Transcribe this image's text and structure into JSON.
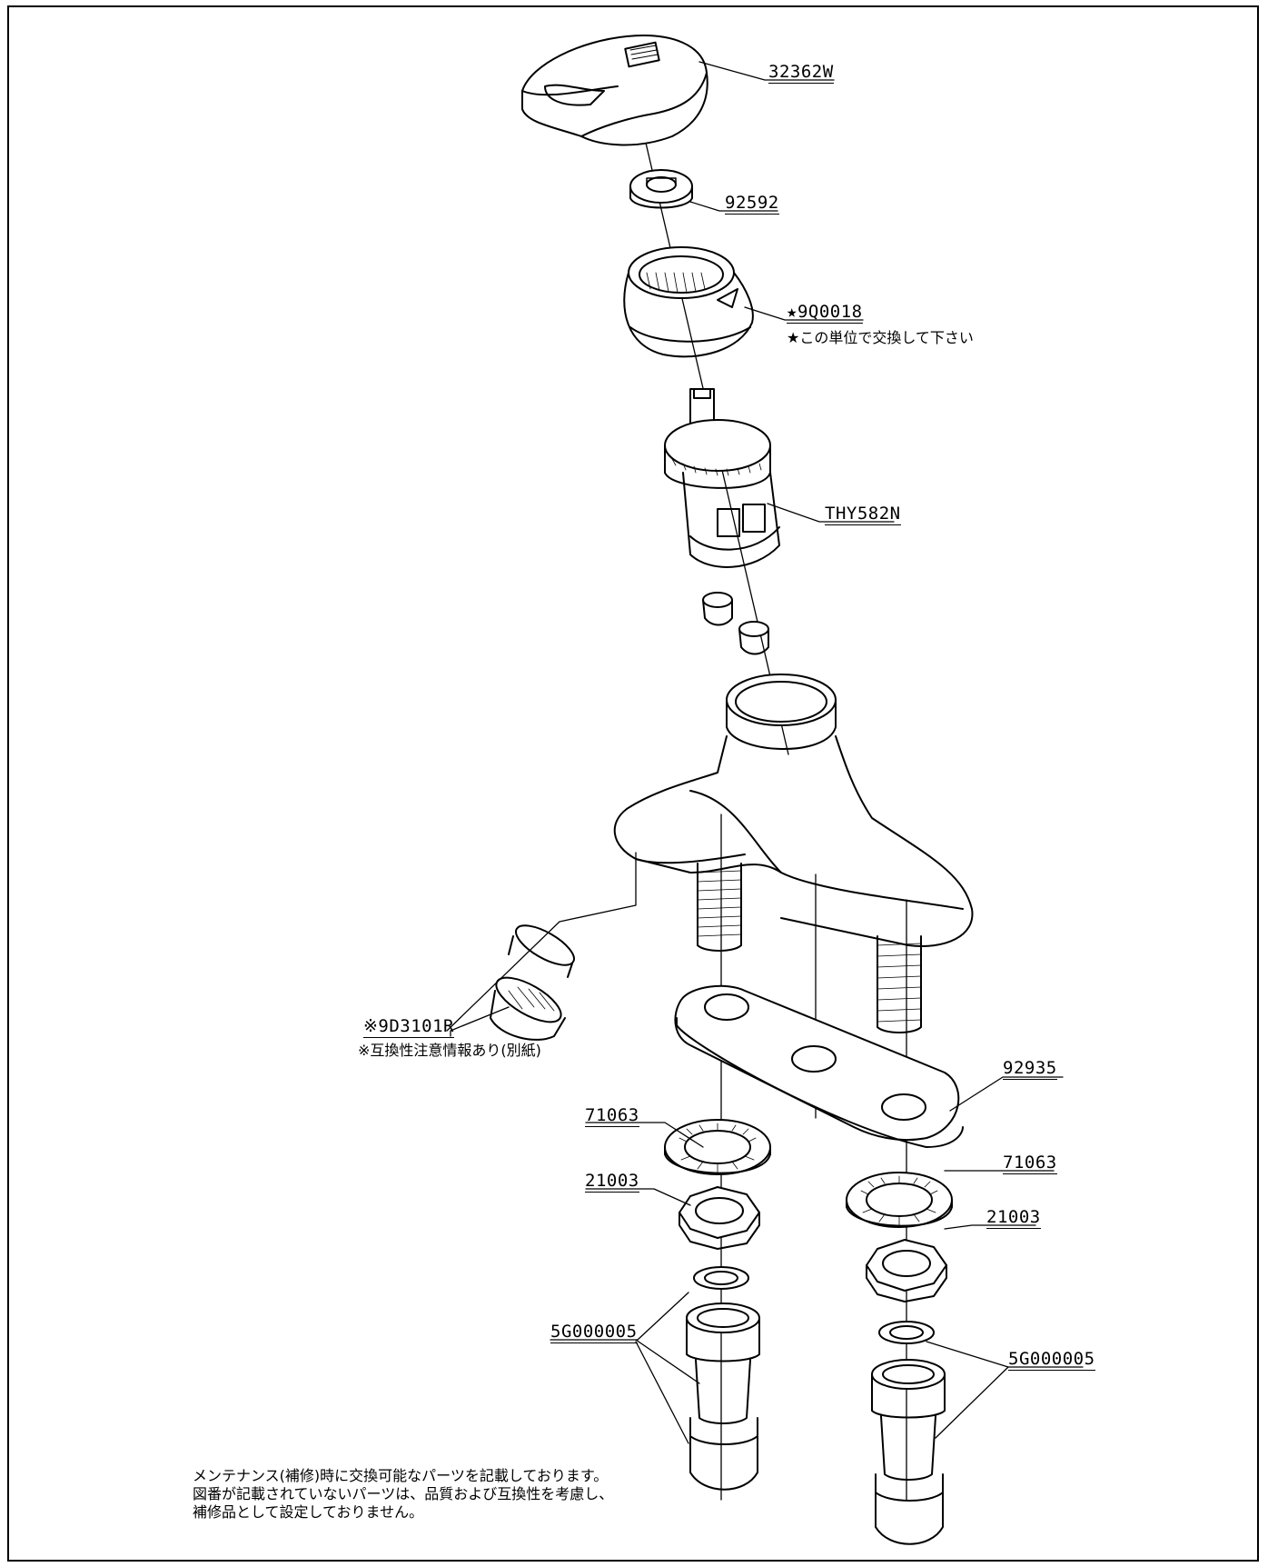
{
  "parts": {
    "handle": "32362W",
    "lever_adapter": "92592",
    "cover": "★9Q0018",
    "cover_note": "★この単位で交換して下さい",
    "cartridge": "THY582N",
    "aerator": "※9D3101R",
    "aerator_note": "※互換性注意情報あり(別紙)",
    "base_plate": "92935",
    "washer_left": "71063",
    "nut_left": "21003",
    "pipe_left": "5G000005",
    "washer_right": "71063",
    "nut_right": "21003",
    "pipe_right": "5G000005"
  },
  "footnote": {
    "line1": "メンテナンス(補修)時に交換可能なパーツを記載しております。",
    "line2": "図番が記載されていないパーツは、品質および互換性を考慮し、",
    "line3": "補修品として設定しておりません。"
  }
}
